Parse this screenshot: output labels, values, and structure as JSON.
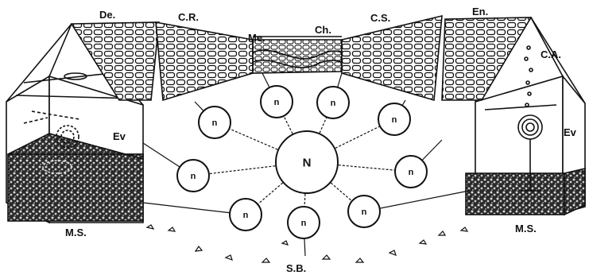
{
  "labels": {
    "de": "De.",
    "cr": "C.R.",
    "me": "Me.",
    "ch": "Ch.",
    "cs": "C.S.",
    "en": "En.",
    "ca": "C.A.",
    "ev_left": "Ev",
    "ev_right": "Ev",
    "ms_left": "M.S.",
    "ms_right": "M.S.",
    "sb": "S.B."
  },
  "nodes": {
    "center": "N",
    "small": [
      "n",
      "n",
      "n",
      "n",
      "n",
      "n",
      "n",
      "n",
      "n"
    ]
  },
  "colors": {
    "ink": "#111111",
    "paper": "#ffffff"
  }
}
